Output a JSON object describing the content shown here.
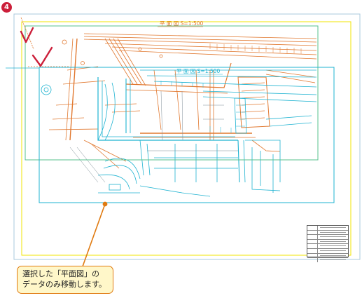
{
  "step": {
    "number": "4"
  },
  "drawing": {
    "plan_view_title_orange": "平 面 図 S=1:500",
    "plan_view_title_cyan": "平 面 図 S=1:500"
  },
  "callout": {
    "line1": "選択した「平面図」の",
    "line2": "データのみ移動します。"
  },
  "colors": {
    "sheet_frame": "#aac8dc",
    "yellow_frame": "#f2e400",
    "green_frame": "#57c28d",
    "cyan_layer": "#1fb3d1",
    "orange_layer": "#e1782f",
    "check_mark": "#cc1f3a",
    "callout_border": "#e07a10",
    "callout_fill": "#fff7c9"
  }
}
